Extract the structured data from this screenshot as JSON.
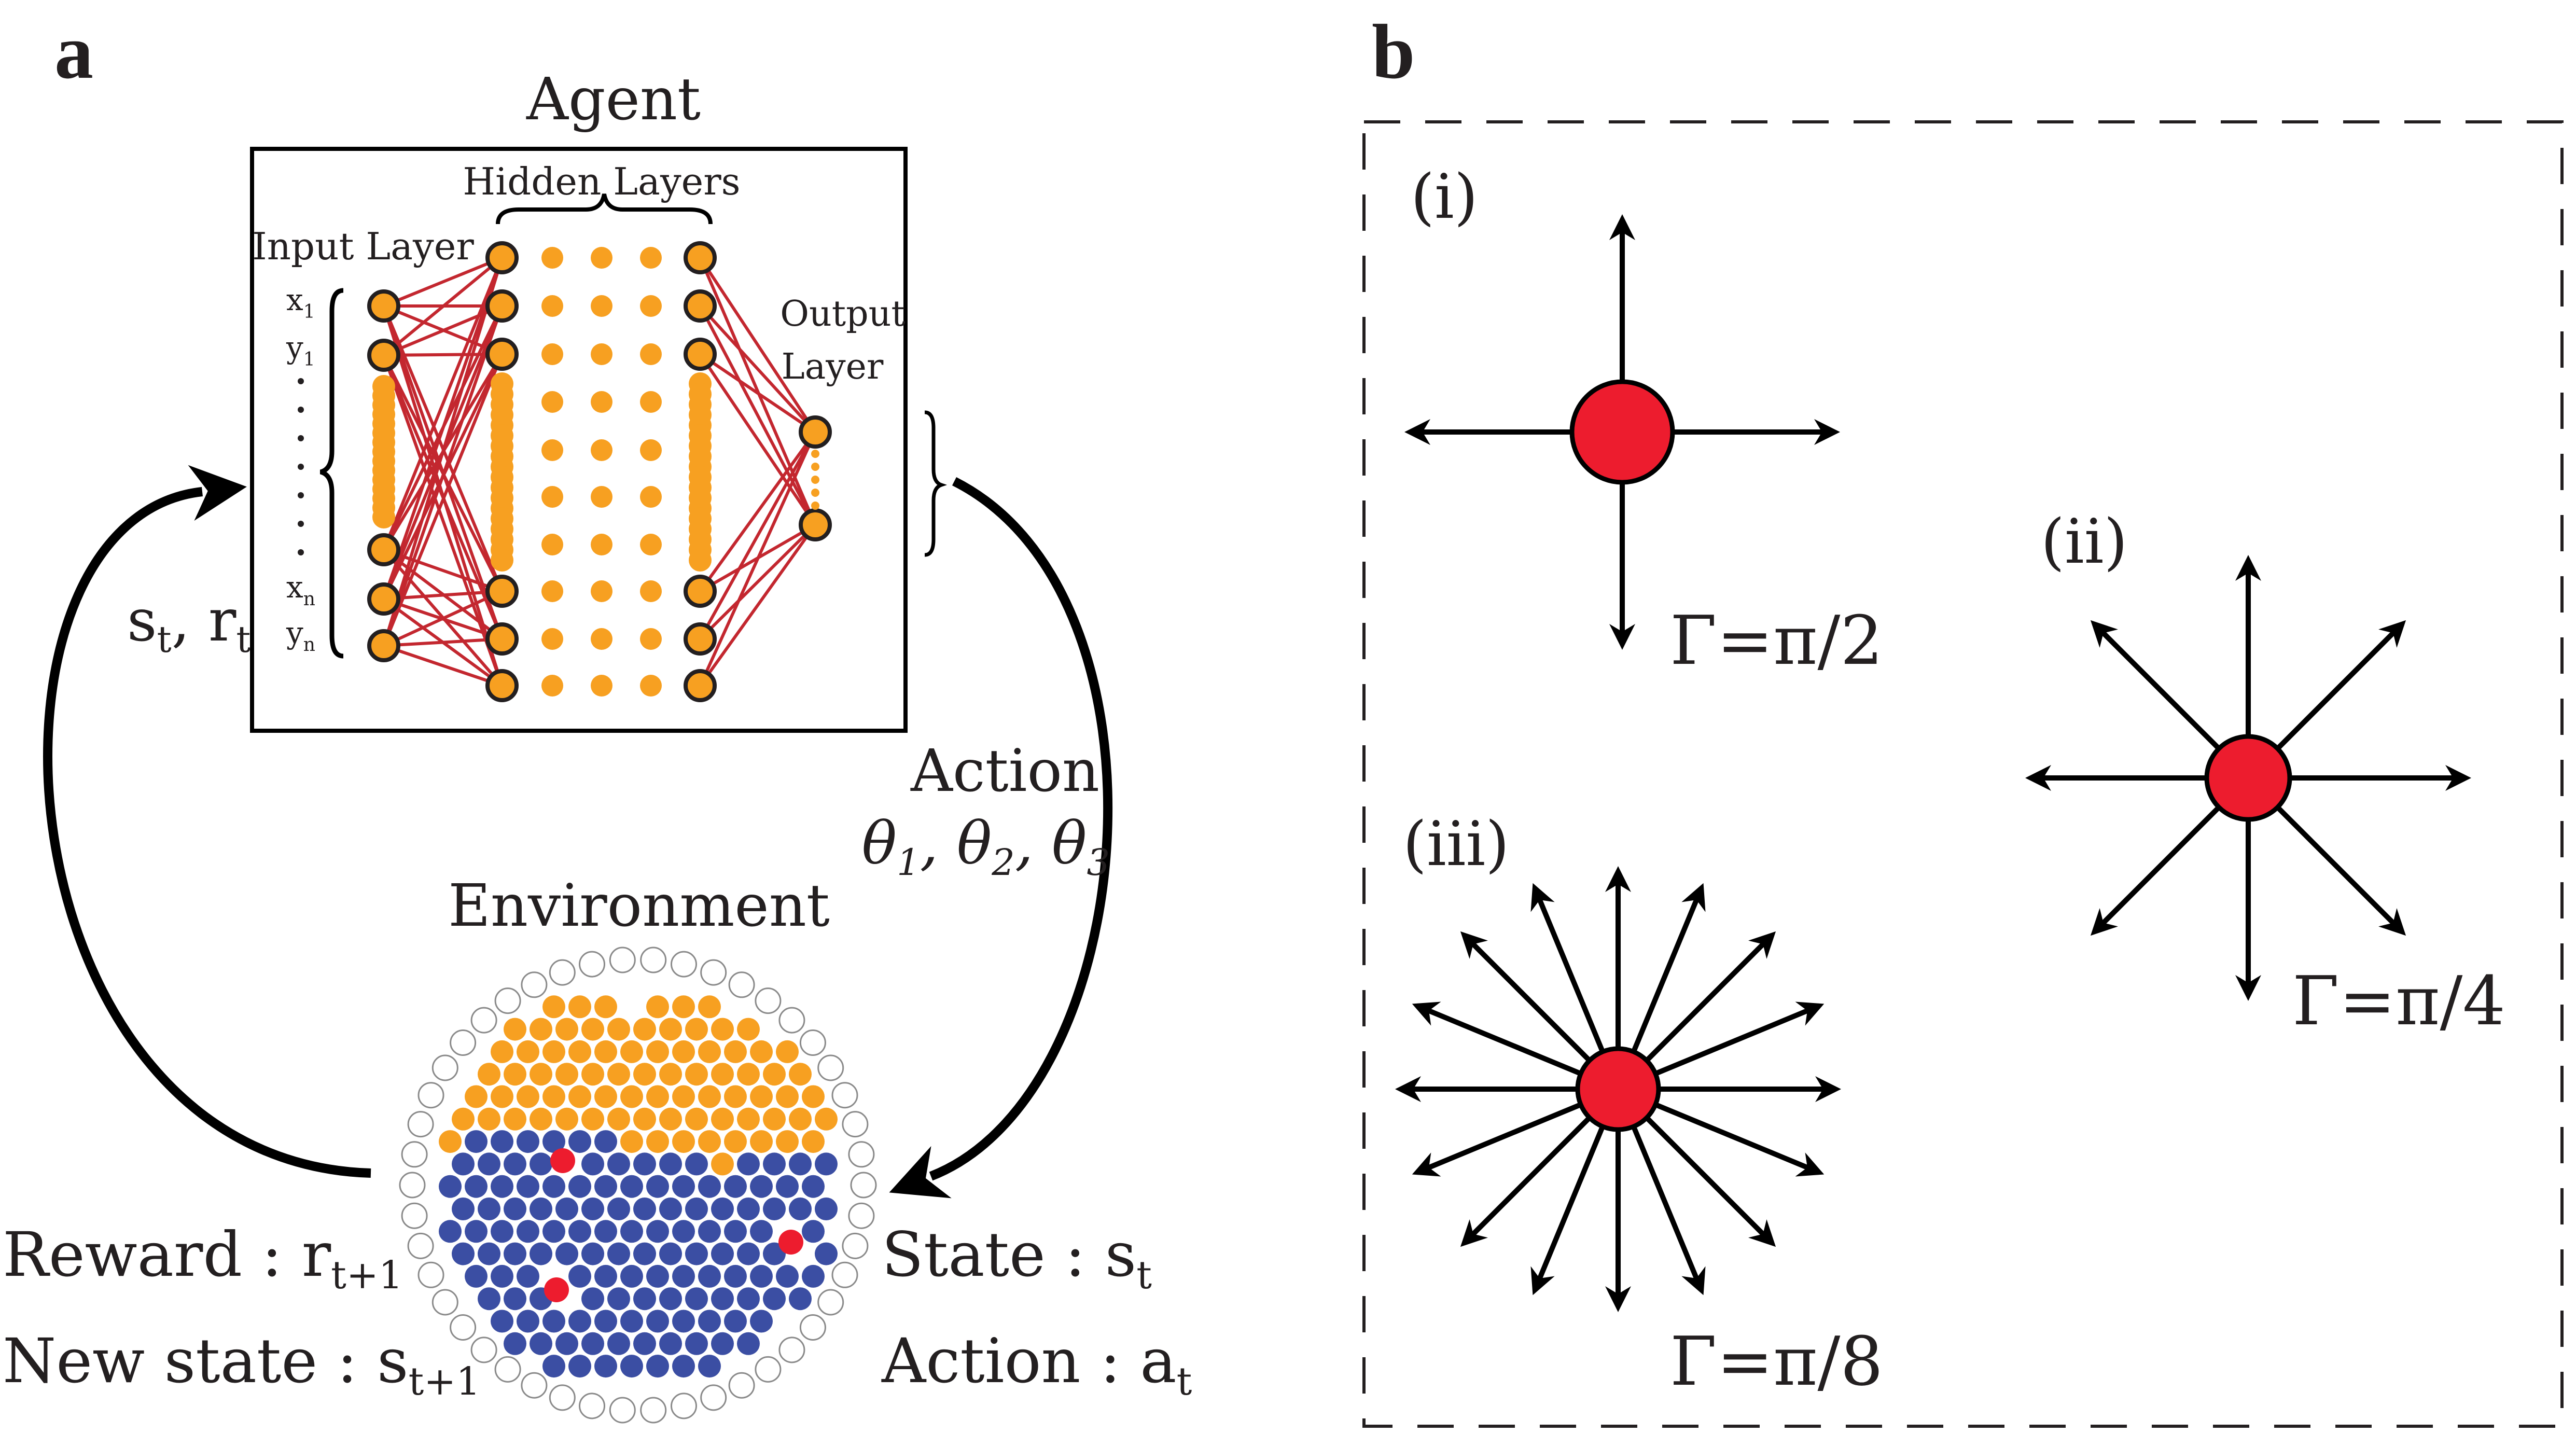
{
  "panel_a": {
    "label": "a",
    "agent_title": "Agent",
    "hidden_layers": "Hidden Layers",
    "input_layer": "Input Layer",
    "output_layer_1": "Output",
    "output_layer_2": "Layer",
    "inputs": {
      "x1": "x",
      "x1_sub": "1",
      "y1": "y",
      "y1_sub": "1",
      "xn": "x",
      "xn_sub": "n",
      "yn": "y",
      "yn_sub": "n"
    },
    "state_reward": {
      "s": "s",
      "s_sub": "t",
      "sep": ", ",
      "r": "r",
      "r_sub": "t"
    },
    "action_title": "Action",
    "thetas": {
      "t1": "θ",
      "t1_sub": "1",
      "sep1": ", ",
      "t2": "θ",
      "t2_sub": "2",
      "sep2": ", ",
      "t3": "θ",
      "t3_sub": "3"
    },
    "environment_title": "Environment",
    "reward_line": {
      "text": "Reward : r",
      "sub": "t+1"
    },
    "new_state_line": {
      "text": "New state : s",
      "sub": "t+1"
    },
    "state_line": {
      "text": "State : s",
      "sub": "t"
    },
    "action_line": {
      "text": "Action : a",
      "sub": "t"
    }
  },
  "panel_b": {
    "label": "b",
    "items": [
      {
        "roman": "(i)",
        "gamma": "Γ=π/2",
        "directions": 4
      },
      {
        "roman": "(ii)",
        "gamma": "Γ=π/4",
        "directions": 8
      },
      {
        "roman": "(iii)",
        "gamma": "Γ=π/8",
        "directions": 16
      }
    ]
  },
  "colors": {
    "neuron": "#f7a021",
    "connection": "#c3272f",
    "blue_particle": "#3b4ea3",
    "red_particle": "#ed1c2e",
    "ink": "#231f20"
  }
}
